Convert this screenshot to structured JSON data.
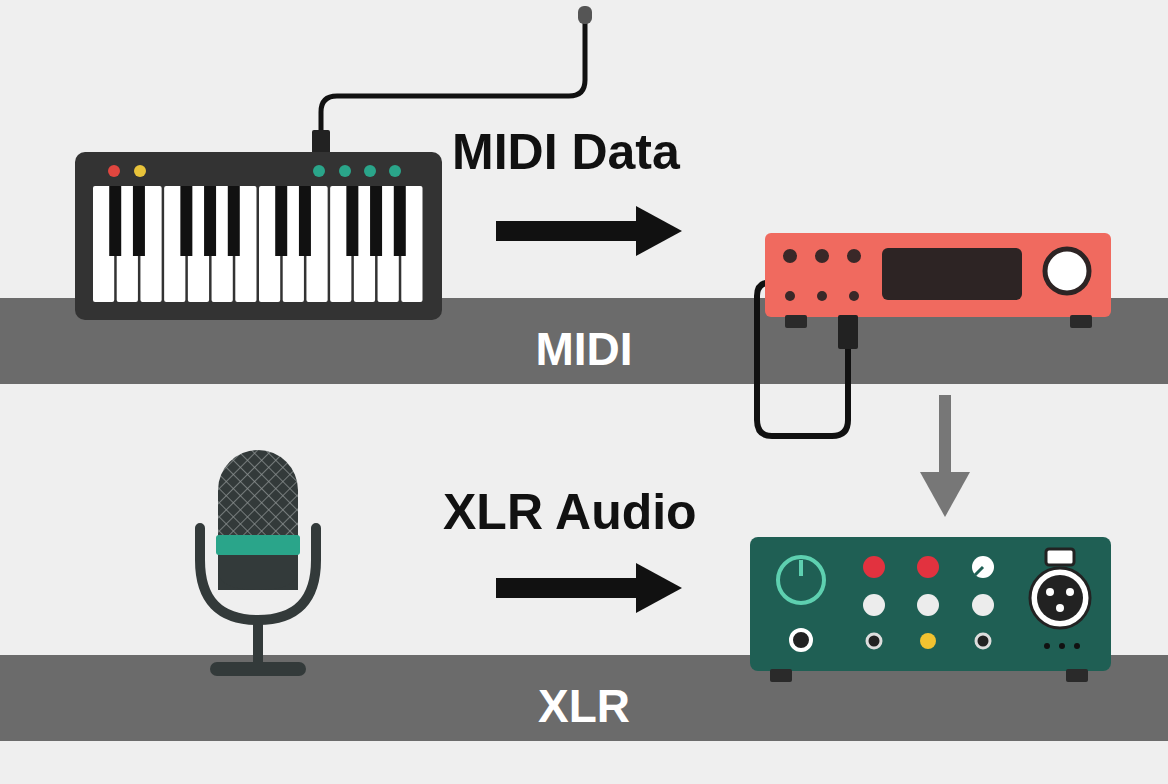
{
  "diagram": {
    "nodes": [
      {
        "text": [
          "MIDI"
        ]
      },
      {
        "text": [
          "XLR"
        ]
      }
    ],
    "labels": [
      "MIDI Data",
      "XLR Audio"
    ]
  }
}
